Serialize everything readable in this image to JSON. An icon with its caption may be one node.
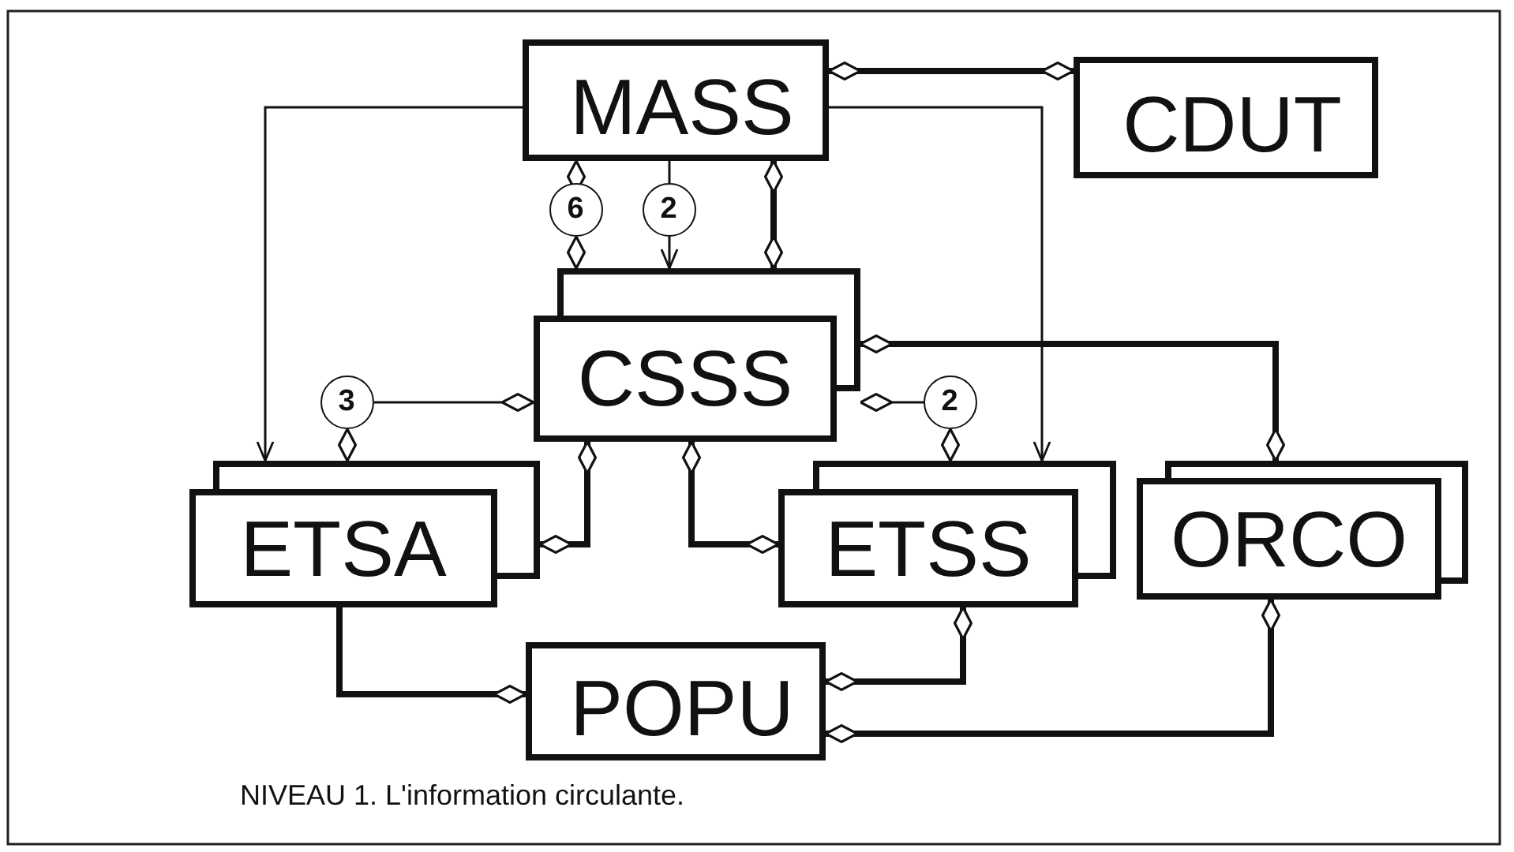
{
  "diagram": {
    "caption": "NIVEAU 1. L'information circulante.",
    "nodes": [
      {
        "text": [
          "MASS"
        ]
      },
      {
        "text": [
          "CDUT"
        ]
      },
      {
        "text": [
          "6"
        ]
      },
      {
        "text": [
          "2"
        ]
      },
      {
        "text": [
          "CSSS"
        ]
      },
      {
        "text": [
          "3"
        ]
      },
      {
        "text": [
          "2"
        ]
      },
      {
        "text": [
          "ETSA"
        ]
      },
      {
        "text": [
          "ETSS"
        ]
      },
      {
        "text": [
          "ORCO"
        ]
      },
      {
        "text": [
          "POPU"
        ]
      }
    ],
    "edges": [
      {
        "from": 0,
        "to": 1,
        "arrow": "other",
        "style": "thick"
      },
      {
        "from": 0,
        "to": 7,
        "arrow": "to"
      },
      {
        "from": 0,
        "to": 8,
        "arrow": "to"
      },
      {
        "from": 0,
        "to": 2,
        "arrow": "other"
      },
      {
        "from": 2,
        "to": 4,
        "arrow": "other"
      },
      {
        "from": 0,
        "to": 3,
        "arrow": "none"
      },
      {
        "from": 3,
        "to": 4,
        "arrow": "to"
      },
      {
        "from": 0,
        "to": 4,
        "arrow": "other",
        "style": "thick"
      },
      {
        "from": 4,
        "to": 5,
        "arrow": "other"
      },
      {
        "from": 5,
        "to": 7,
        "arrow": "other"
      },
      {
        "from": 4,
        "to": 6,
        "arrow": "other"
      },
      {
        "from": 6,
        "to": 8,
        "arrow": "other"
      },
      {
        "from": 4,
        "to": 9,
        "arrow": "other",
        "style": "thick"
      },
      {
        "from": 4,
        "to": 7,
        "arrow": "other",
        "style": "thick"
      },
      {
        "from": 4,
        "to": 8,
        "arrow": "other",
        "style": "thick"
      },
      {
        "from": 7,
        "to": 10,
        "arrow": "other",
        "style": "thick"
      },
      {
        "from": 8,
        "to": 10,
        "arrow": "other",
        "style": "thick"
      },
      {
        "from": 9,
        "to": 10,
        "arrow": "other",
        "style": "thick"
      }
    ]
  }
}
